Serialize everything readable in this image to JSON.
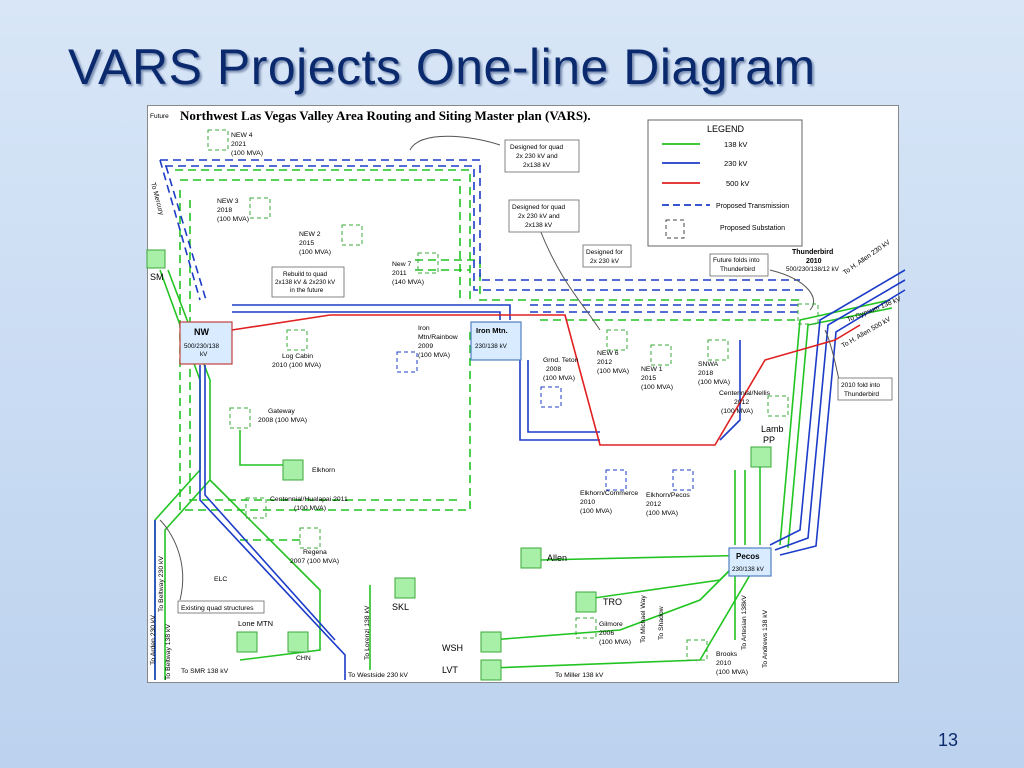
{
  "slide": {
    "title": "VARS Projects One-line Diagram",
    "number": "13"
  },
  "diagram": {
    "heading": "Northwest Las Vegas Valley Area Routing and Siting Master plan (VARS).",
    "legend": {
      "title": "LEGEND",
      "items": [
        {
          "label": "138 kV",
          "color": "#22c422"
        },
        {
          "label": "230 kV",
          "color": "#1c3cc8"
        },
        {
          "label": "500 kV",
          "color": "#e02020"
        },
        {
          "label": "Proposed Transmission",
          "color": "#1c3cc8"
        },
        {
          "label": "Proposed Substation",
          "color": "#444444"
        }
      ]
    },
    "substations": {
      "nw": {
        "name": "NW",
        "rating": "500/230/138",
        "rating2": "kV"
      },
      "iron_mtn": {
        "name": "Iron Mtn.",
        "rating": "230/138 kV"
      },
      "thunderbird": {
        "name": "Thunderbird",
        "year": "2010",
        "rating": "500/230/138/12 kV"
      },
      "pecos": {
        "name": "Pecos",
        "rating": "230/138 kV"
      }
    },
    "sm": "SM",
    "future": "Future",
    "new4": [
      "NEW 4",
      "2021",
      "(100 MVA)"
    ],
    "new3": [
      "NEW 3",
      "2018",
      "(100 MVA)"
    ],
    "new2": [
      "NEW 2",
      "2015",
      "(100 MVA)"
    ],
    "new7": [
      "New 7",
      "2011",
      "(140 MVA)"
    ],
    "rebuild": [
      "Rebuild to quad",
      "2x138 kV & 2x230 kV",
      "in the future"
    ],
    "designed1": [
      "Designed for quad",
      "2x 230 kV and",
      "2x138 kV"
    ],
    "designed2": [
      "Designed for quad",
      "2x 230 kV and",
      "2x138 kV"
    ],
    "designed3": [
      "Designed for",
      "2x 230 kV"
    ],
    "future_folds": [
      "Future folds into",
      "Thunderbird"
    ],
    "fold2010": [
      "2010 fold into",
      "Thunderbird"
    ],
    "log_cabin": [
      "Log Cabin",
      "2010 (100 MVA)"
    ],
    "iron_rainbow": [
      "Iron",
      "Mtn/Rainbow",
      "2009",
      "(100 MVA)"
    ],
    "grnd_teton": [
      "Grnd. Teton",
      "2008",
      "(100 MVA)"
    ],
    "new6": [
      "NEW 6",
      "2012",
      "(100 MVA)"
    ],
    "new1": [
      "NEW 1",
      "2015",
      "(100 MVA)"
    ],
    "snwa": [
      "SNWA",
      "2018",
      "(100 MVA)"
    ],
    "centennial_nellis": [
      "Centennial/Nellis",
      "2012",
      "(100 MVA)"
    ],
    "lamb": [
      "Lamb",
      "PP"
    ],
    "gateway": [
      "Gateway",
      "2008 (100 MVA)"
    ],
    "elkhorn": "Elkhorn",
    "centennial_hualapai": [
      "Centennial/Hualapai 2011",
      "(100 MVA)"
    ],
    "elkhorn_commerce": [
      "Elkhorn/Commerce",
      "2010",
      "(100 MVA)"
    ],
    "elkhorn_pecos": [
      "Elkhorn/Pecos",
      "2012",
      "(100 MVA)"
    ],
    "regena": [
      "Regena",
      "2007 (100 MVA)"
    ],
    "allen": "Allen",
    "elc": "ELC",
    "existing_quad": "Existing quad structures",
    "skl": "SKL",
    "tro": "TRO",
    "lone_mtn": "Lone MTN",
    "chn": "CHN",
    "gilmore": [
      "Gilmore",
      "2006",
      "(100 MVA)"
    ],
    "wsh": "WSH",
    "lvt": "LVT",
    "brooks": [
      "Brooks",
      "2010",
      "(100 MVA)"
    ],
    "to_mercury": "To Mercury",
    "to_h_allen_230": "To H. Allen 230 kV",
    "to_gypsum": "To Gypsum 138 kV",
    "to_h_allen_500": "To H. Allen 500 kV",
    "to_beltway_230": "To Beltway 230 kV",
    "to_arden": "To Arden 230 kV",
    "to_beltway_138": "To Beltway 138 kV",
    "to_smr": "To SMR 138 kV",
    "to_lorenzi": "To Lorenzi 138 kV",
    "to_westside": "To Westside 230 kV",
    "to_michael_way": "To Michael Way",
    "to_shadow": "To Shadow",
    "to_miller": "To Miller 138 kV",
    "to_artesian": "To Artesian 138kV",
    "to_andrews": "To Andrews 138 kV"
  }
}
